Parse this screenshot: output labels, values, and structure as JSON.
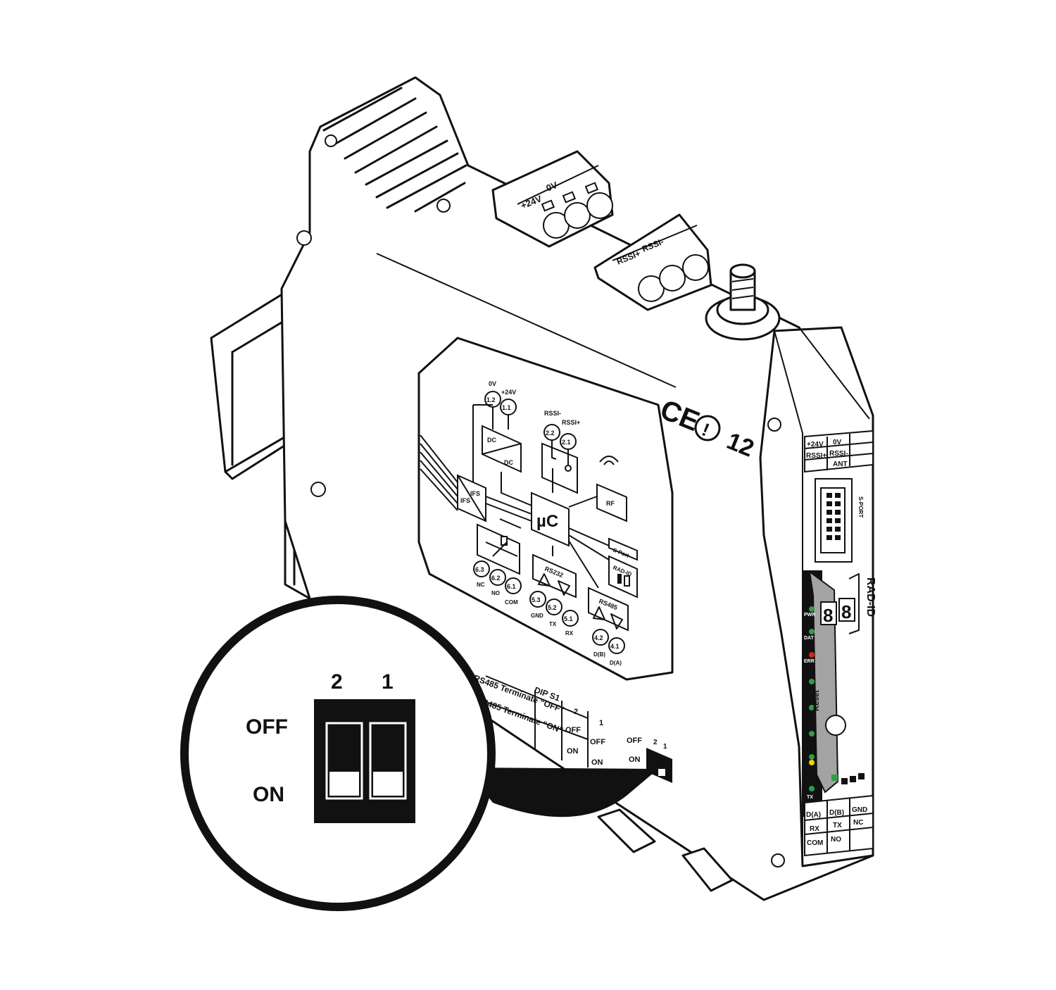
{
  "top_terminal_a": {
    "labels": [
      "+24V",
      "0V"
    ]
  },
  "top_terminal_b": {
    "labels": [
      "RSSI+",
      "RSSI-"
    ]
  },
  "ce_mark": {
    "text": "CE",
    "class_number": "12"
  },
  "schematic": {
    "power_pins": [
      "1.2",
      "1.1"
    ],
    "power_labels": [
      "0V",
      "+24V"
    ],
    "rssi_pins": [
      "2.2",
      "2.1"
    ],
    "rssi_labels": [
      "RSSI-",
      "RSSI+"
    ],
    "dc_converter": [
      "DC",
      "DC"
    ],
    "ifs_block": [
      "IFS",
      "IFS"
    ],
    "mcu": "µC",
    "rf": "RF",
    "sport": "S-Port",
    "radid": "RAD-ID",
    "relay_pins": [
      "6.3",
      "6.2",
      "6.1"
    ],
    "relay_labels": [
      "NC",
      "NO",
      "COM"
    ],
    "rs232_title": "RS232",
    "rs232_pins": [
      "5.3",
      "5.2",
      "5.1"
    ],
    "rs232_labels": [
      "GND",
      "TX",
      "RX"
    ],
    "rs485_title": "RS485",
    "rs485_pins": [
      "4.2",
      "4.1"
    ],
    "rs485_labels": [
      "D(B)",
      "D(A)"
    ]
  },
  "dip_table": {
    "title": "DIP S1",
    "row1": "RS485 Terminate “OFF”",
    "row2": "RS485 Terminate “ON”",
    "col_headers": [
      "2",
      "1"
    ],
    "row1_values": [
      "OFF",
      "OFF"
    ],
    "row2_values": [
      "ON",
      "ON"
    ]
  },
  "small_dip": {
    "off": "OFF",
    "on": "ON",
    "nums": [
      "2",
      "1"
    ]
  },
  "front_panel": {
    "term_top_row1": [
      "+24V",
      "0V"
    ],
    "term_top_row2": [
      "RSSI+",
      "RSSI-"
    ],
    "ant": "ANT",
    "sport": "S-PORT",
    "leds": [
      "PWR",
      "DAT",
      "ERR",
      "TX"
    ],
    "led_colors": [
      "#2f9e44",
      "#2f9e44",
      "#d9231d",
      "#2f9e44",
      "#2f9e44",
      "#2f9e44",
      "#2f9e44",
      "#f2d000",
      "#2f9e44"
    ],
    "digit": "8",
    "radid": "RAD-ID",
    "reset": "Reset",
    "term_bottom_row1": [
      "D(A)",
      "D(B)",
      "GND"
    ],
    "term_bottom_row2": [
      "RX",
      "TX",
      "NC"
    ],
    "term_bottom_row3": [
      "COM",
      "NO"
    ]
  },
  "callout": {
    "nums": [
      "2",
      "1"
    ],
    "off": "OFF",
    "on": "ON"
  }
}
